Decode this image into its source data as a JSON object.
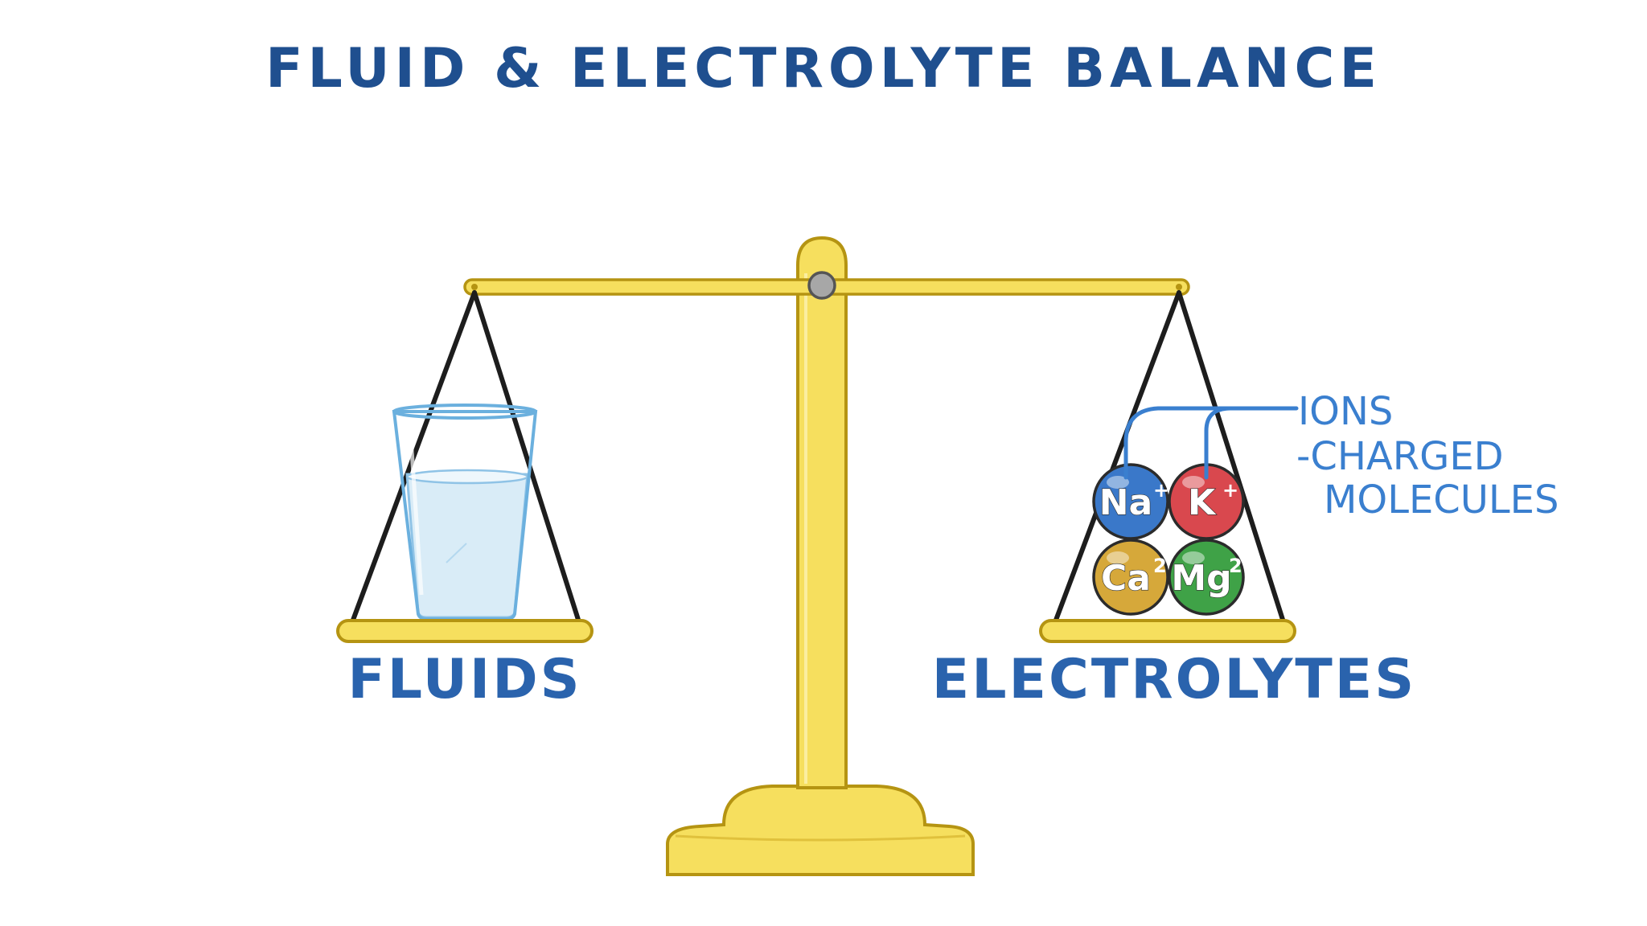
{
  "title": "FLUID & ELECTROLYTE BALANCE",
  "left_pan": {
    "label": "FLUIDS",
    "item_icon": "water-glass-icon"
  },
  "right_pan": {
    "label": "ELECTROLYTES",
    "ions": [
      {
        "symbol": "Na",
        "charge": "+",
        "color": "#3a78c9"
      },
      {
        "symbol": "K",
        "charge": "+",
        "color": "#d9484e"
      },
      {
        "symbol": "Ca",
        "charge": "2+",
        "color": "#d6a83a"
      },
      {
        "symbol": "Mg",
        "charge": "2+",
        "color": "#3fa247"
      }
    ]
  },
  "annotation": {
    "heading": "IONS",
    "line1": "-CHARGED",
    "line2": "MOLECULES"
  },
  "colors": {
    "title": "#1f4f8f",
    "label": "#2a63ad",
    "annotation": "#3a7fcf",
    "scale_fill": "#f6df5e",
    "scale_stroke": "#b59412",
    "water": "#d9ecf7"
  }
}
